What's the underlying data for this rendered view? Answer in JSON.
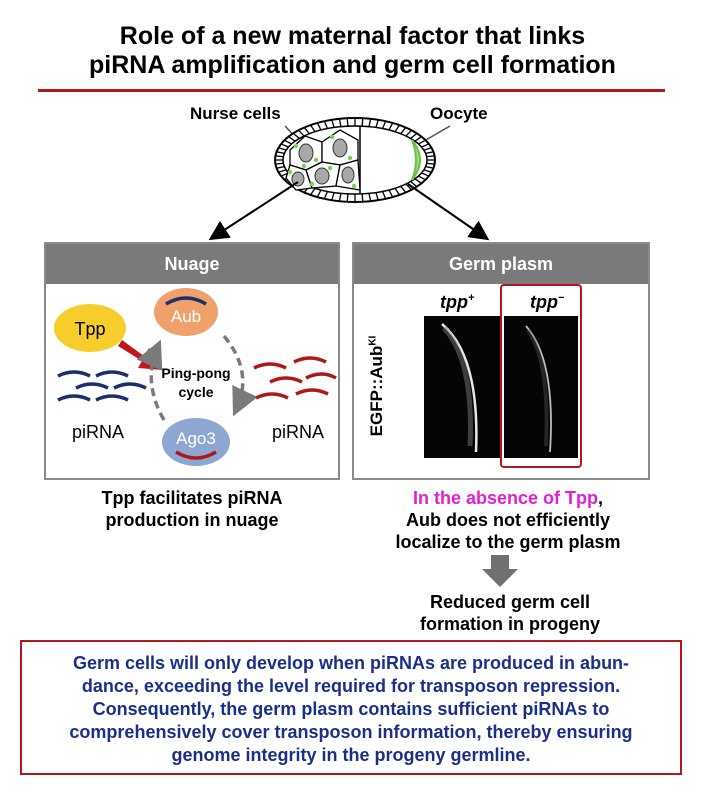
{
  "title": {
    "line1": "Role of a new maternal factor that links",
    "line2": "piRNA amplification and germ cell formation"
  },
  "egg": {
    "nurse_label": "Nurse cells",
    "oocyte_label": "Oocyte"
  },
  "nuage_panel": {
    "header": "Nuage",
    "tpp_label": "Tpp",
    "aub_label": "Aub",
    "ago3_label": "Ago3",
    "cycle_label_line1": "Ping-pong",
    "cycle_label_line2": "cycle",
    "pirna_left": "piRNA",
    "pirna_right": "piRNA",
    "caption_line1": "Tpp facilitates piRNA",
    "caption_line2": "production in nuage"
  },
  "germ_panel": {
    "header": "Germ plasm",
    "col1_base": "tpp",
    "col1_sup": "+",
    "col2_base": "tpp",
    "col2_sup": "−",
    "ylabel_base": "EGFP::Aub",
    "ylabel_sup": "KI",
    "caption_highlight": "In the absence of Tpp",
    "caption_comma": ",",
    "caption_line2": "Aub does not efficiently",
    "caption_line3": "localize to the germ plasm"
  },
  "result": {
    "line1": "Reduced germ cell",
    "line2": "formation in progeny"
  },
  "summary": {
    "line1": "Germ cells will only develop when piRNAs are produced in abun-",
    "line2": "dance, exceeding the level required for transposon repression.",
    "line3": "Consequently, the germ plasm contains sufficient piRNAs to",
    "line4": "comprehensively cover transposon information, thereby ensuring",
    "line5": "genome integrity in the progeny germline."
  },
  "colors": {
    "accent_red": "#b4161b",
    "tpp_yellow": "#f6cd2a",
    "aub_orange": "#f0a06a",
    "ago3_blue": "#8ea6d2",
    "pirna_navy": "#1a2f6b",
    "pirna_red": "#b01818",
    "highlight_magenta": "#e21fcf",
    "summary_text": "#1a2f8a"
  }
}
